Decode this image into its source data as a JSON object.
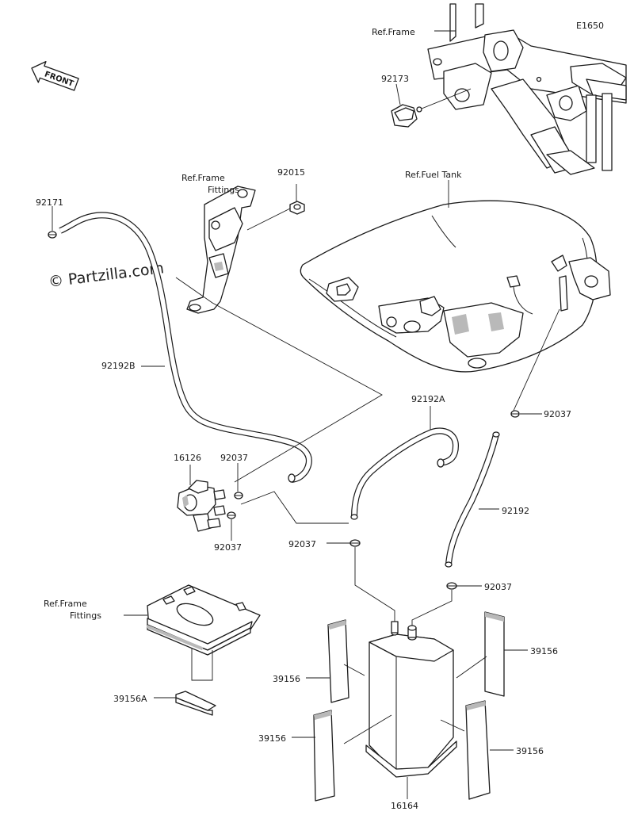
{
  "diagram_code": "E1650",
  "watermark": "© Partzilla.com",
  "front_arrow_label": "FRONT",
  "labels": {
    "ref_frame_top": "Ref.Frame",
    "p92173": "92173",
    "ref_frame_fittings_1_l1": "Ref.Frame",
    "ref_frame_fittings_1_l2": "Fittings",
    "p92015": "92015",
    "ref_fuel_tank": "Ref.Fuel Tank",
    "p92171": "92171",
    "p92192B": "92192B",
    "p92192A": "92192A",
    "p92037_right_top": "92037",
    "p16126": "16126",
    "p92037_valve_top": "92037",
    "p92037_valve_bottom": "92037",
    "p92192": "92192",
    "p92037_center": "92037",
    "p92037_right": "92037",
    "ref_frame_fittings_2_l1": "Ref.Frame",
    "ref_frame_fittings_2_l2": "Fittings",
    "p39156_right_top": "39156",
    "p39156_left_top": "39156",
    "p39156A": "39156A",
    "p39156_left_bottom": "39156",
    "p39156_right_bottom": "39156",
    "p16164": "16164"
  }
}
